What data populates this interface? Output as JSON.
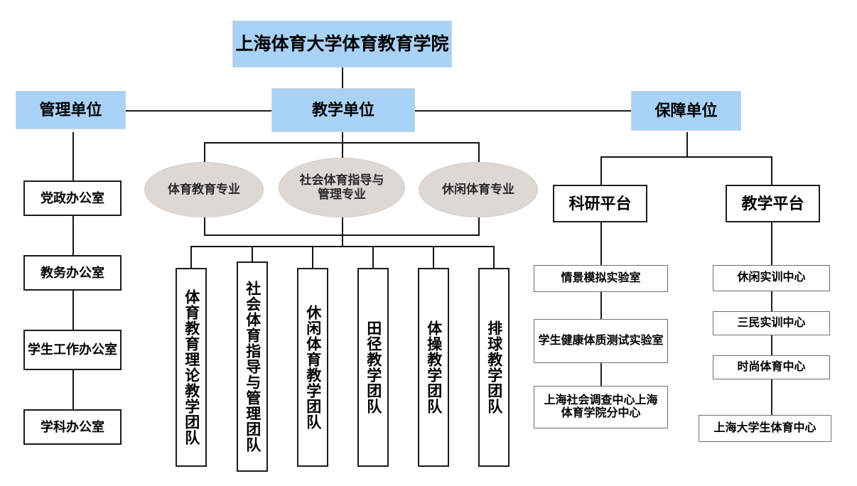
{
  "diagram": {
    "title": "上海体育大学体育教育学院",
    "type": "organizational-chart",
    "colors": {
      "root_fill": "#a9d2f7",
      "branch_fill": "#a9d2f7",
      "oval_fill": "#ddd8d3",
      "box_fill": "#ffffff",
      "line": "#141414",
      "text": "#000000",
      "background": "#ffffff"
    },
    "root": {
      "label": "上海体育大学体育教育学院"
    },
    "branches": [
      {
        "key": "management",
        "label": "管理单位"
      },
      {
        "key": "teaching",
        "label": "教学单位"
      },
      {
        "key": "support",
        "label": "保障单位"
      }
    ],
    "management_offices": [
      {
        "label": "党政办公室"
      },
      {
        "label": "教务办公室"
      },
      {
        "label": "学生工作办公室"
      },
      {
        "label": "学科办公室"
      }
    ],
    "majors": [
      {
        "label": "体育教育专业"
      },
      {
        "label": "社会体育指导与管理专业"
      },
      {
        "label": "休闲体育专业"
      }
    ],
    "teaching_teams": [
      {
        "label": "体育教育理论教学团队"
      },
      {
        "label": "社会体育指导与管理团队"
      },
      {
        "label": "休闲体育教学团队"
      },
      {
        "label": "田径教学团队"
      },
      {
        "label": "体操教学团队"
      },
      {
        "label": "排球教学团队"
      }
    ],
    "support_platforms": [
      {
        "label": "科研平台",
        "children": [
          {
            "label": "情景模拟实验室"
          },
          {
            "label": "学生健康体质测试实验室"
          },
          {
            "label": "上海社会调查中心上海体育学院分中心"
          }
        ]
      },
      {
        "label": "教学平台",
        "children": [
          {
            "label": "休闲实训中心"
          },
          {
            "label": "三民实训中心"
          },
          {
            "label": "时尚体育中心"
          },
          {
            "label": "上海大学生体育中心"
          }
        ]
      }
    ]
  }
}
